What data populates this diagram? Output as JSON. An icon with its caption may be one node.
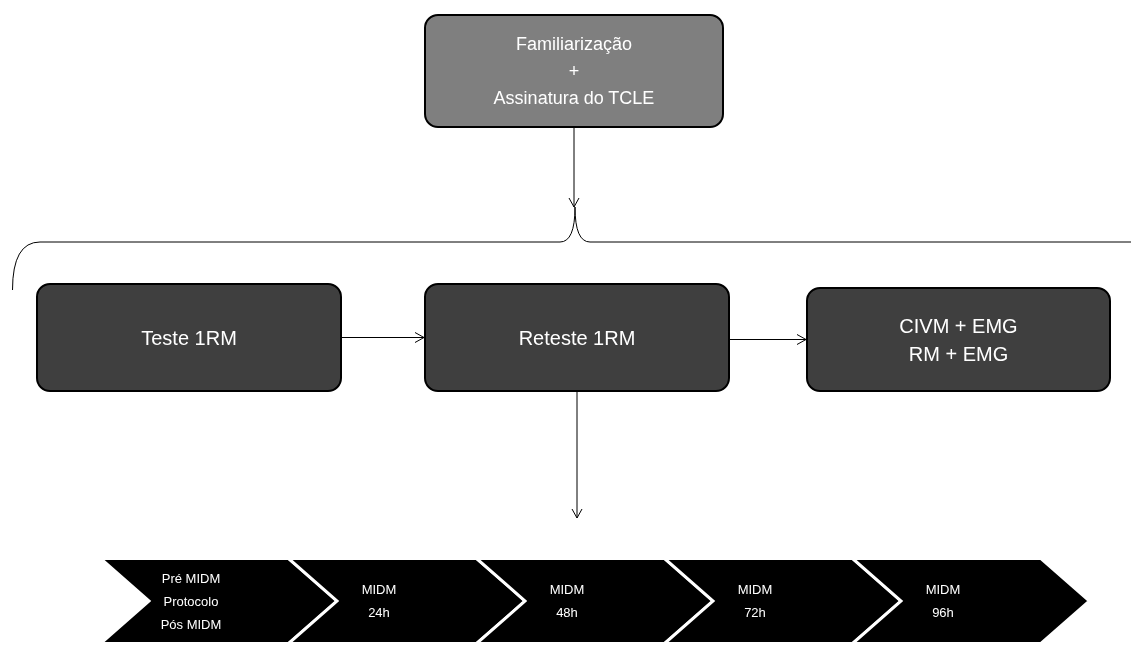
{
  "diagram": {
    "nodes": [
      {
        "text": [
          "Familiarização",
          "+",
          "Assinatura do TCLE"
        ]
      },
      {
        "text": [
          "Teste 1RM"
        ]
      },
      {
        "text": [
          "Reteste 1RM"
        ]
      },
      {
        "text": [
          "CIVM + EMG",
          "RM + EMG"
        ]
      },
      {
        "text": [
          "Pré MIDM",
          "Protocolo",
          "Pós MIDM"
        ]
      },
      {
        "text": [
          "MIDM",
          "24h"
        ]
      },
      {
        "text": [
          "MIDM",
          "48h"
        ]
      },
      {
        "text": [
          "MIDM",
          "72h"
        ]
      },
      {
        "text": [
          "MIDM",
          "96h"
        ]
      },
      {
        "text": [],
        "shape": "bracket"
      }
    ],
    "edges": [
      {
        "from": 0,
        "to": 9,
        "arrow": "to"
      },
      {
        "from": 1,
        "to": 2,
        "arrow": "to"
      },
      {
        "from": 2,
        "to": 3,
        "arrow": "to"
      },
      {
        "from": 2,
        "to": null,
        "arrow": "to"
      }
    ]
  }
}
